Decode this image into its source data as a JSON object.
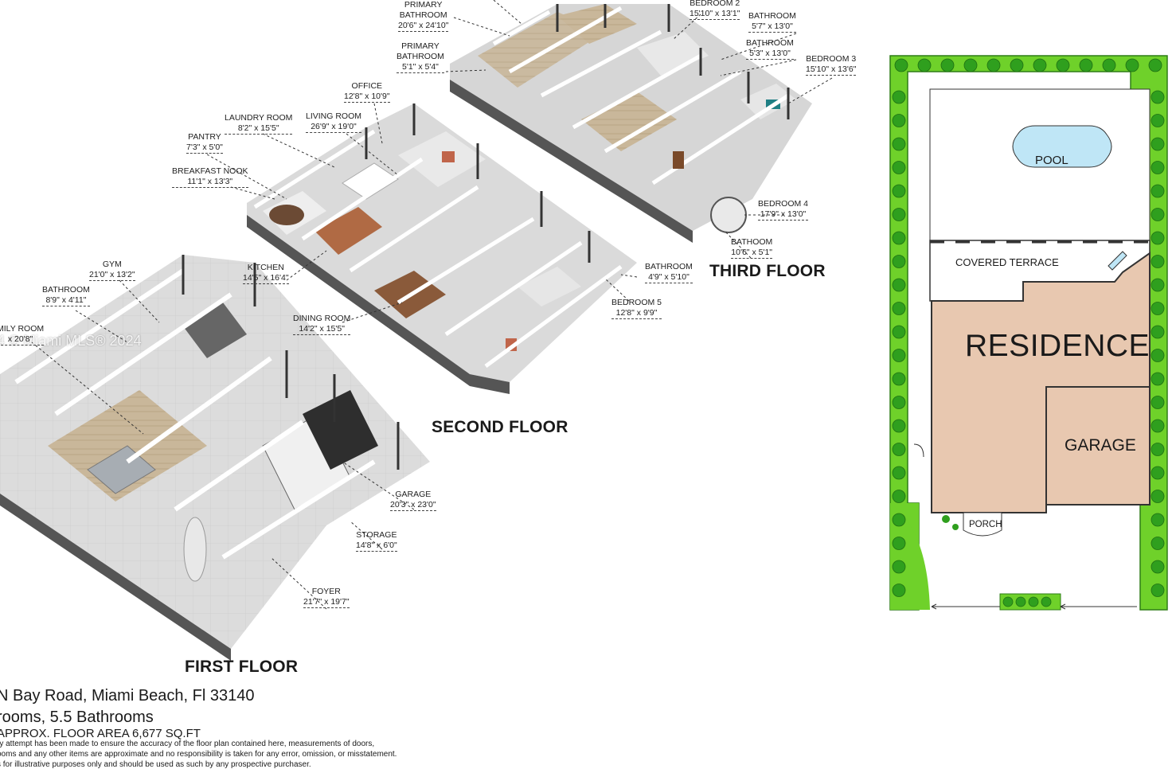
{
  "floors": {
    "first": "FIRST FLOOR",
    "second": "SECOND FLOOR",
    "third": "THIRD FLOOR"
  },
  "rooms": [
    {
      "id": "primary-bath-1",
      "name": "PRIMARY\nBATHROOM",
      "dim": "20'6\" x 24'10\""
    },
    {
      "id": "primary-bath-2",
      "name": "PRIMARY\nBATHROOM",
      "dim": "5'1\" x 5'4\""
    },
    {
      "id": "bedroom-2",
      "name": "BEDROOM 2",
      "dim": "15'10\" x 13'1\""
    },
    {
      "id": "bathroom-a",
      "name": "BATHROOM",
      "dim": "5'7\" x 13'0\""
    },
    {
      "id": "bathroom-b",
      "name": "BATHROOM",
      "dim": "5'3\" x 13'0\""
    },
    {
      "id": "bedroom-3",
      "name": "BEDROOM 3",
      "dim": "15'10\" x 13'6\""
    },
    {
      "id": "bedroom-4",
      "name": "BEDROOM 4",
      "dim": "17'9\" x 13'0\""
    },
    {
      "id": "bathoom",
      "name": "BATHOOM",
      "dim": "10'6\" x 5'1\""
    },
    {
      "id": "office",
      "name": "OFFICE",
      "dim": "12'8\" x 10'9\""
    },
    {
      "id": "laundry",
      "name": "LAUNDRY ROOM",
      "dim": "8'2\" x 15'5\""
    },
    {
      "id": "living",
      "name": "LIVING ROOM",
      "dim": "26'9\" x 19'0\""
    },
    {
      "id": "pantry",
      "name": "PANTRY",
      "dim": "7'3\" x 5'0\""
    },
    {
      "id": "breakfast",
      "name": "BREAKFAST NOOK",
      "dim": "11'1\" x 13'3\""
    },
    {
      "id": "kitchen",
      "name": "KITCHEN",
      "dim": "14'5\" x 16'4\""
    },
    {
      "id": "dining",
      "name": "DINING ROOM",
      "dim": "14'2\" x 15'5\""
    },
    {
      "id": "bathroom-c",
      "name": "BATHROOM",
      "dim": "4'9\" x 5'10\""
    },
    {
      "id": "bedroom-5",
      "name": "BEDROOM 5",
      "dim": "12'8\" x 9'9\""
    },
    {
      "id": "gym",
      "name": "GYM",
      "dim": "21'0\" x 13'2\""
    },
    {
      "id": "bathroom-d",
      "name": "BATHROOM",
      "dim": "8'9\" x 4'11\""
    },
    {
      "id": "family",
      "name": "MILY ROOM",
      "dim": "x 20'8\""
    },
    {
      "id": "garage",
      "name": "GARAGE",
      "dim": "20'3\" x 23'0\""
    },
    {
      "id": "storage",
      "name": "STORAGE",
      "dim": "14'8\" x 6'0\""
    },
    {
      "id": "foyer",
      "name": "FOYER",
      "dim": "21'7\" x 19'7\""
    }
  ],
  "site_plan": {
    "pool": "POOL",
    "covered_terrace": "COVERED TERRACE",
    "residence": "RESIDENCE",
    "garage": "GARAGE",
    "porch": "PORCH",
    "colors": {
      "hedge": "#6fd12a",
      "residence": "#e8c8b0",
      "pool": "#bfe6f6",
      "outline": "#333333"
    }
  },
  "info": {
    "address": "N Bay Road, Miami Beach, Fl 33140",
    "rooms": "rooms, 5.5 Bathrooms",
    "area": "APPROX. FLOOR AREA 6,677 SQ.FT",
    "disclaimer_1": "ry attempt has been made to ensure the accuracy of the floor plan contained here, measurements of doors,",
    "disclaimer_2": "ooms and any other items are approximate and no responsibility is taken for any error, omission, or misstatement.",
    "disclaimer_3": "s for illustrative purposes only and should be used as such by any prospective purchaser."
  },
  "watermark": "4 © Miami MLS® 2024"
}
